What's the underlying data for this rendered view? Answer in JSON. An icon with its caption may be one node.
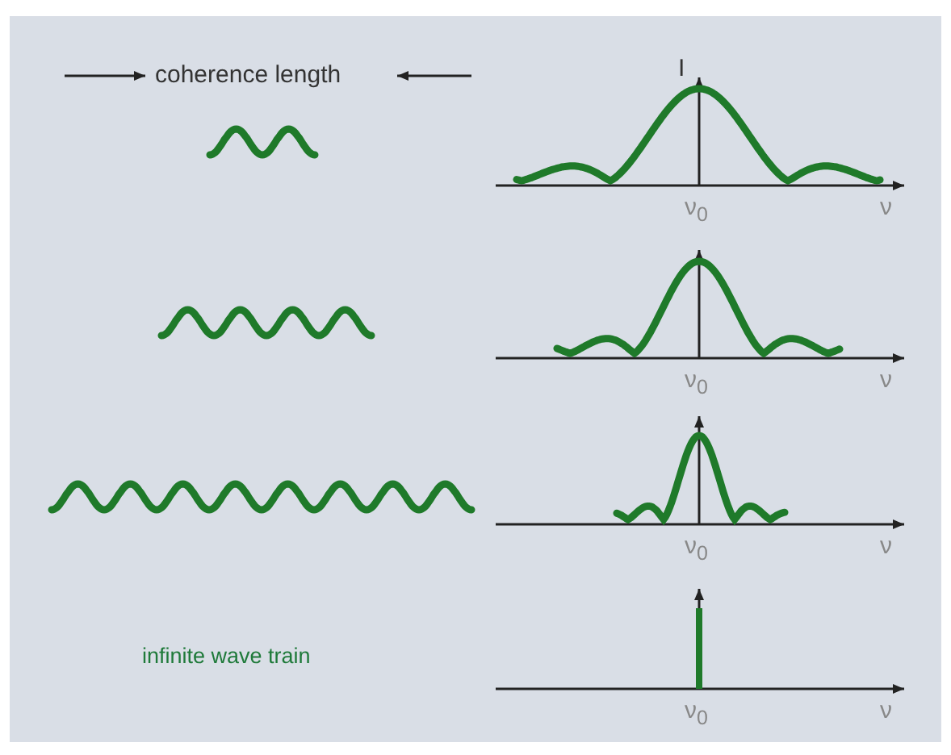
{
  "diagram": {
    "labels": [
      "coherence length",
      "I",
      "ν$_{0}$",
      "ν",
      "ν$_{0}$",
      "ν",
      "ν$_{0}$",
      "ν",
      "infinite wave train",
      "ν$_{0}$",
      "ν"
    ]
  }
}
